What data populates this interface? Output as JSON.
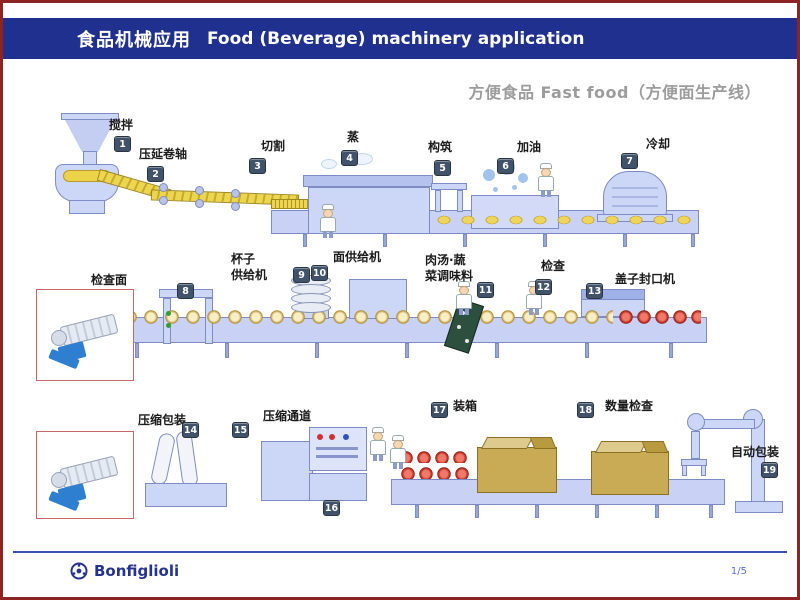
{
  "slide": {
    "title_zh": "食品机械应用",
    "title_en": "Food (Beverage) machinery application",
    "subtitle": "方便食品 Fast food（方便面生产线）",
    "footer": {
      "logo": "Bonfiglioli",
      "page": "1/5"
    }
  },
  "diagram": {
    "description": "Instant noodle (cup noodle) production line process flow",
    "steps": [
      {
        "num": "1",
        "label": "搅拌"
      },
      {
        "num": "2",
        "label": "压延卷轴"
      },
      {
        "num": "3",
        "label": "切割"
      },
      {
        "num": "4",
        "label": "蒸"
      },
      {
        "num": "5",
        "label": "构筑"
      },
      {
        "num": "6",
        "label": "加油"
      },
      {
        "num": "7",
        "label": "冷却"
      },
      {
        "num": "8",
        "label": "检查面"
      },
      {
        "num": "9",
        "label": "杯子\n供给机"
      },
      {
        "num": "10",
        "label": "面供给机"
      },
      {
        "num": "11",
        "label": "肉汤·蔬\n菜调味料"
      },
      {
        "num": "12",
        "label": "检查"
      },
      {
        "num": "13",
        "label": "盖子封口机"
      },
      {
        "num": "14",
        "label": "压缩包装"
      },
      {
        "num": "15",
        "label": "压缩通道"
      },
      {
        "num": "16",
        "label": ""
      },
      {
        "num": "17",
        "label": "装箱"
      },
      {
        "num": "18",
        "label": "数量检查"
      },
      {
        "num": "19",
        "label": "自动包装"
      }
    ]
  },
  "colors": {
    "header_bg": "#20308e",
    "frame_border": "#8e2323",
    "subtitle_color": "#9c9c9c",
    "badge_bg": "#41536b",
    "machine_fill": "#ccd6f6",
    "belt_fill": "#c9d2f5",
    "noodle_yellow": "#e6cf3e",
    "carton": "#c9ab55",
    "logo_blue": "#243390"
  }
}
